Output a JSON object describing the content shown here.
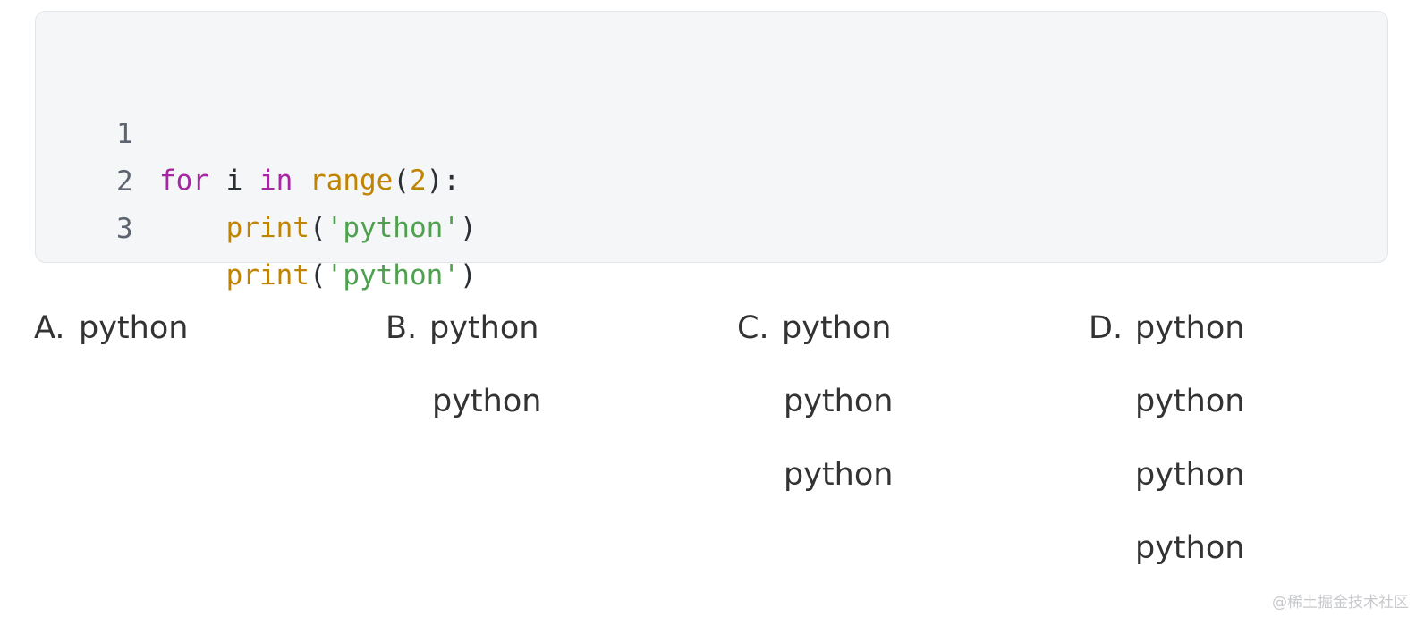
{
  "code": {
    "lines": [
      {
        "number": "1",
        "tokens": [
          {
            "text": "for",
            "kind": "kw"
          },
          {
            "text": " i ",
            "kind": "plain"
          },
          {
            "text": "in",
            "kind": "kw"
          },
          {
            "text": " ",
            "kind": "plain"
          },
          {
            "text": "range",
            "kind": "fn"
          },
          {
            "text": "(",
            "kind": "plain"
          },
          {
            "text": "2",
            "kind": "num"
          },
          {
            "text": "):",
            "kind": "plain"
          }
        ]
      },
      {
        "number": "2",
        "tokens": [
          {
            "text": "    ",
            "kind": "plain"
          },
          {
            "text": "print",
            "kind": "fn"
          },
          {
            "text": "(",
            "kind": "plain"
          },
          {
            "text": "'python'",
            "kind": "str"
          },
          {
            "text": ")",
            "kind": "plain"
          }
        ]
      },
      {
        "number": "3",
        "tokens": [
          {
            "text": "    ",
            "kind": "plain"
          },
          {
            "text": "print",
            "kind": "fn"
          },
          {
            "text": "(",
            "kind": "plain"
          },
          {
            "text": "'python'",
            "kind": "str"
          },
          {
            "text": ")",
            "kind": "plain"
          }
        ]
      }
    ]
  },
  "options": [
    {
      "label": "A.",
      "lines": [
        "python"
      ]
    },
    {
      "label": "B.",
      "lines": [
        "python",
        "python"
      ]
    },
    {
      "label": "C.",
      "lines": [
        "python",
        "python",
        "python"
      ]
    },
    {
      "label": "D.",
      "lines": [
        "python",
        "python",
        "python",
        "python"
      ]
    }
  ],
  "watermark": "@稀土掘金技术社区",
  "colors": {
    "keyword": "#a626a4",
    "function": "#c18401",
    "string": "#50a14f",
    "code_background": "#f5f6f8"
  }
}
